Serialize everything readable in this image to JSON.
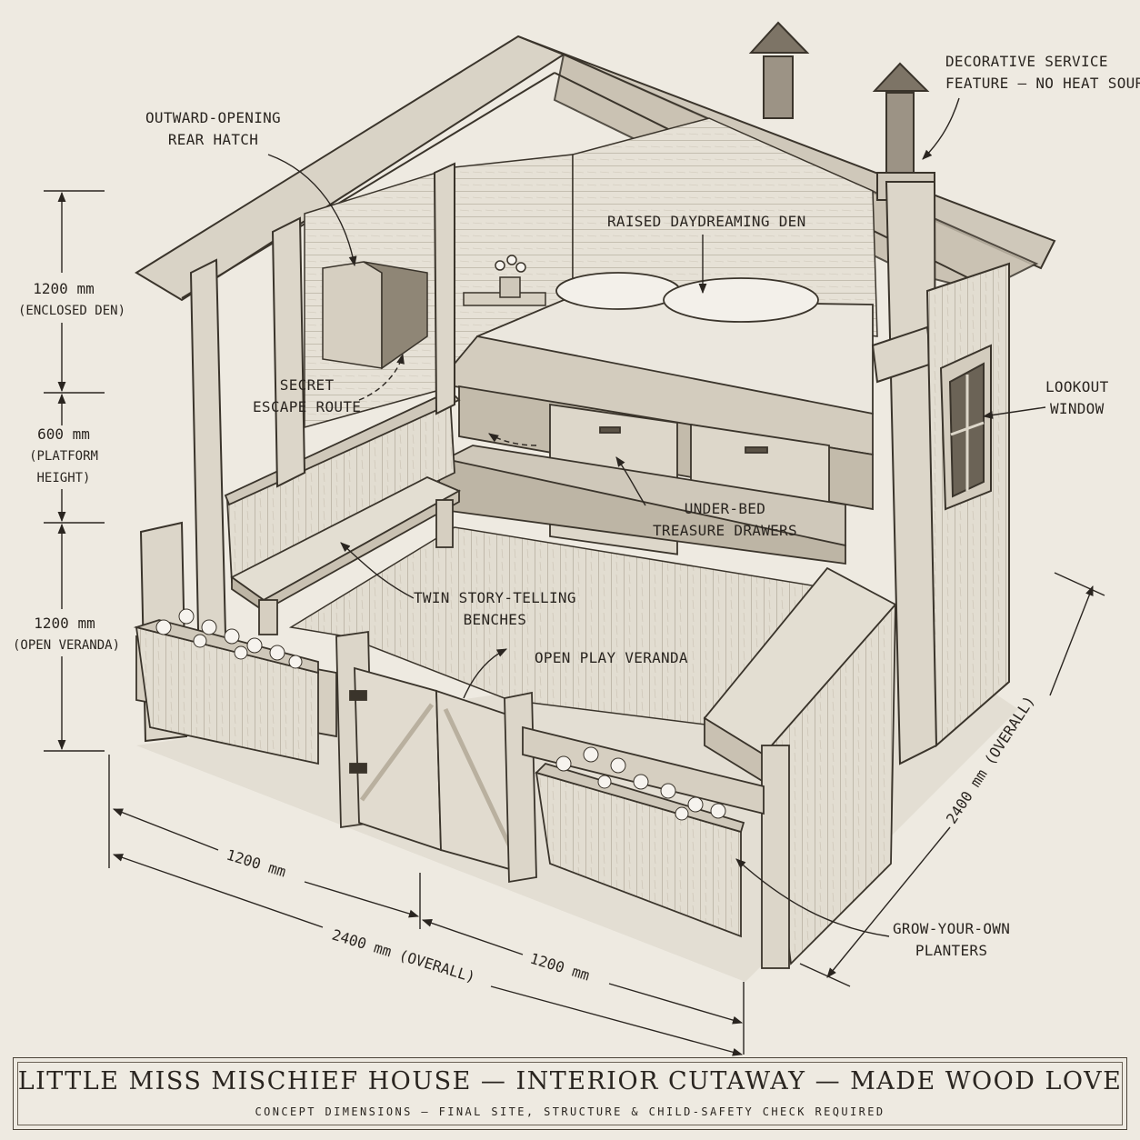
{
  "labels": {
    "rear_hatch": [
      "OUTWARD-OPENING",
      "REAR HATCH"
    ],
    "service_feature": [
      "DECORATIVE SERVICE",
      "FEATURE — NO HEAT SOURCE"
    ],
    "den": "RAISED DAYDREAMING DEN",
    "escape": [
      "SECRET",
      "ESCAPE ROUTE"
    ],
    "lookout": [
      "LOOKOUT",
      "WINDOW"
    ],
    "drawers": [
      "UNDER-BED",
      "TREASURE DRAWERS"
    ],
    "benches": [
      "TWIN STORY-TELLING",
      "BENCHES"
    ],
    "veranda": "OPEN PLAY VERANDA",
    "planters": [
      "GROW-YOUR-OWN",
      "PLANTERS"
    ]
  },
  "dimensions": {
    "enclosed_den": [
      "1200 mm",
      "(ENCLOSED DEN)"
    ],
    "platform_height": [
      "600 mm",
      "(PLATFORM",
      "HEIGHT)"
    ],
    "open_veranda": [
      "1200 mm",
      "(OPEN VERANDA)"
    ],
    "front_left": "1200 mm",
    "front_right": "1200 mm",
    "front_overall": "2400 mm (OVERALL)",
    "side_overall": "2400 mm (OVERALL)"
  },
  "title": "LITTLE MISS MISCHIEF HOUSE — INTERIOR CUTAWAY — MADE WOOD LOVE",
  "subtitle": "CONCEPT DIMENSIONS — FINAL SITE, STRUCTURE & CHILD-SAFETY CHECK REQUIRED",
  "colors": {
    "paper": "#eeeae1",
    "ink": "#2b2620",
    "wood_light": "#e4dfd4",
    "wood_mid": "#cfc8ba",
    "wood_dark": "#a79e8e"
  }
}
